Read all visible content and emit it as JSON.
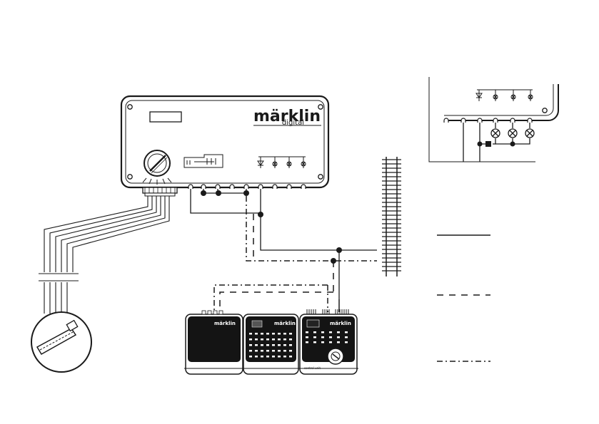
{
  "brand": {
    "name": "märklin",
    "sub": "digital"
  },
  "controllers": [
    {
      "id": "keyboard",
      "logo": "märklin"
    },
    {
      "id": "memory",
      "logo": "märklin"
    },
    {
      "id": "control-unit",
      "logo": "märklin",
      "panel_label": "control unit"
    }
  ],
  "colors": {
    "line": "#1a1a1a",
    "background": "#ffffff",
    "panel": "#141414"
  },
  "legend": [
    {
      "id": "solid",
      "dash": ""
    },
    {
      "id": "dashed",
      "dash": "9 8"
    },
    {
      "id": "dash-dot",
      "dash": "8 4 2 4"
    }
  ]
}
